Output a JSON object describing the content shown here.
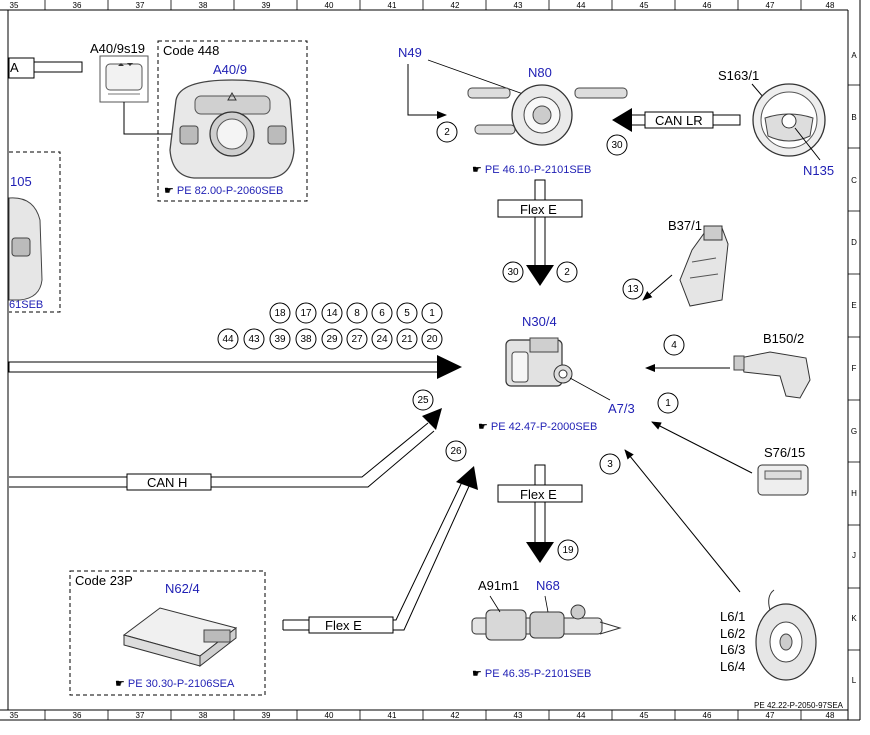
{
  "border": {
    "columns": [
      "35",
      "36",
      "37",
      "38",
      "39",
      "40",
      "41",
      "42",
      "43",
      "44",
      "45",
      "46",
      "47",
      "48"
    ],
    "rows": [
      "A",
      "B",
      "C",
      "D",
      "E",
      "F",
      "G",
      "H",
      "J",
      "K",
      "L"
    ],
    "doc_ref": "PE 42.22-P-2050-97SEA"
  },
  "components": {
    "partial_a": "A",
    "partial_105": "105",
    "partial_61seb": "61SEB",
    "a40_9s19": "A40/9s19",
    "code448": "Code 448",
    "a40_9": "A40/9",
    "pe_82": "PE 82.00-P-2060SEB",
    "n49": "N49",
    "n80": "N80",
    "pe_46_10": "PE 46.10-P-2101SEB",
    "s163_1": "S163/1",
    "can_lr": "CAN LR",
    "n135": "N135",
    "flex_e_top": "Flex E",
    "b37_1": "B37/1",
    "n30_4": "N30/4",
    "a7_3": "A7/3",
    "pe_42_47": "PE 42.47-P-2000SEB",
    "b150_2": "B150/2",
    "s76_15": "S76/15",
    "can_h": "CAN H",
    "flex_e_mid": "Flex E",
    "code23p": "Code 23P",
    "n62_4": "N62/4",
    "pe_30_30": "PE 30.30-P-2106SEA",
    "flex_e_bottom": "Flex E",
    "a91m1": "A91m1",
    "n68": "N68",
    "pe_46_35": "PE 46.35-P-2101SEB",
    "l6_1": "L6/1",
    "l6_2": "L6/2",
    "l6_3": "L6/3",
    "l6_4": "L6/4"
  },
  "circles": {
    "c2_n49": "2",
    "c30_can": "30",
    "c30_flex": "30",
    "c2_flex": "2",
    "c13": "13",
    "r1_18": "18",
    "r1_17": "17",
    "r1_14": "14",
    "r1_8": "8",
    "r1_6": "6",
    "r1_5": "5",
    "r1_1": "1",
    "r2_44": "44",
    "r2_43": "43",
    "r2_39": "39",
    "r2_38": "38",
    "r2_29": "29",
    "r2_27": "27",
    "r2_24": "24",
    "r2_21": "21",
    "r2_20": "20",
    "c4": "4",
    "c25": "25",
    "c1": "1",
    "c26": "26",
    "c3": "3",
    "c19": "19"
  }
}
